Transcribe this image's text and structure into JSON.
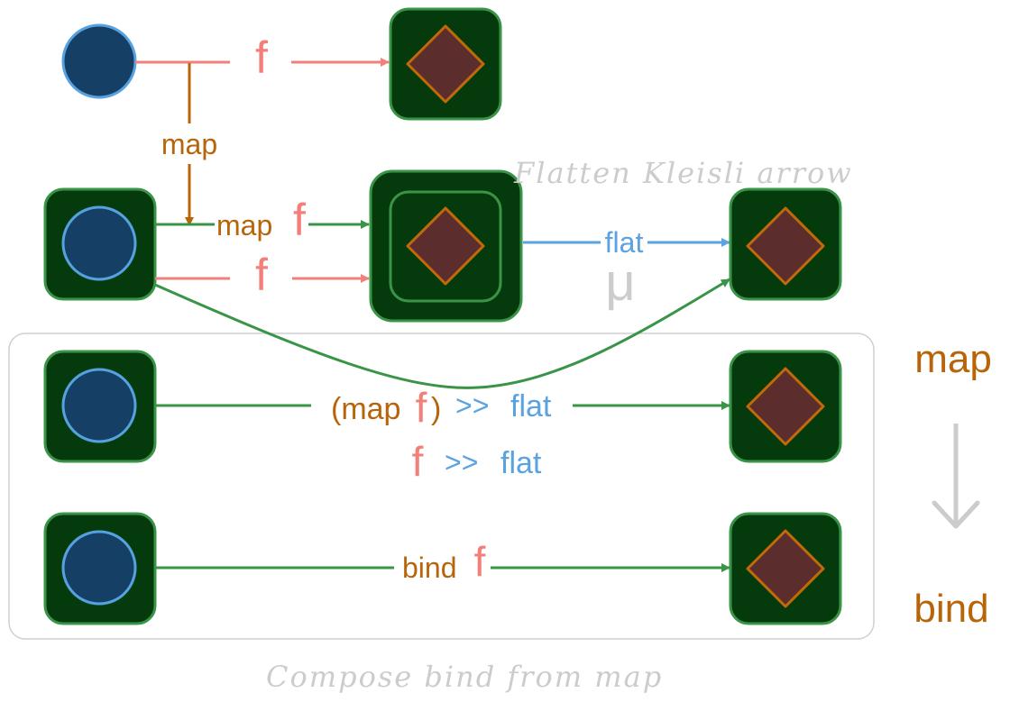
{
  "colors": {
    "map": "#b8650a",
    "f": "#f37f7a",
    "flat": "#5aa2e0",
    "green_arrow": "#3a9447",
    "box_fill": "#053b0c",
    "box_stroke": "#3a9447",
    "circle_fill": "#163f66",
    "circle_stroke": "#56a2e0",
    "diamond_fill": "#5c2d2d",
    "diamond_stroke": "#c2690a",
    "gray": "#cccccc"
  },
  "labels": {
    "f_top": "f",
    "map_down": "map",
    "map_row2": "map",
    "f_row2_map": "f",
    "f_row2": "f",
    "flat_row2": "flat",
    "mu": "μ",
    "flatten_kleisli": "Flatten Kleisli arrow",
    "paren_open_map": "(map",
    "f_row3": "f",
    "paren_close": ")",
    "compose_op_1": ">>",
    "flat_row3": "flat",
    "f_row3b": "f",
    "compose_op_2": ">>",
    "flat_row3b": "flat",
    "bind_row4": "bind",
    "f_row4": "f",
    "side_map": "map",
    "side_arrow": "↓",
    "side_bind": "bind",
    "compose_caption": "Compose bind from map"
  }
}
